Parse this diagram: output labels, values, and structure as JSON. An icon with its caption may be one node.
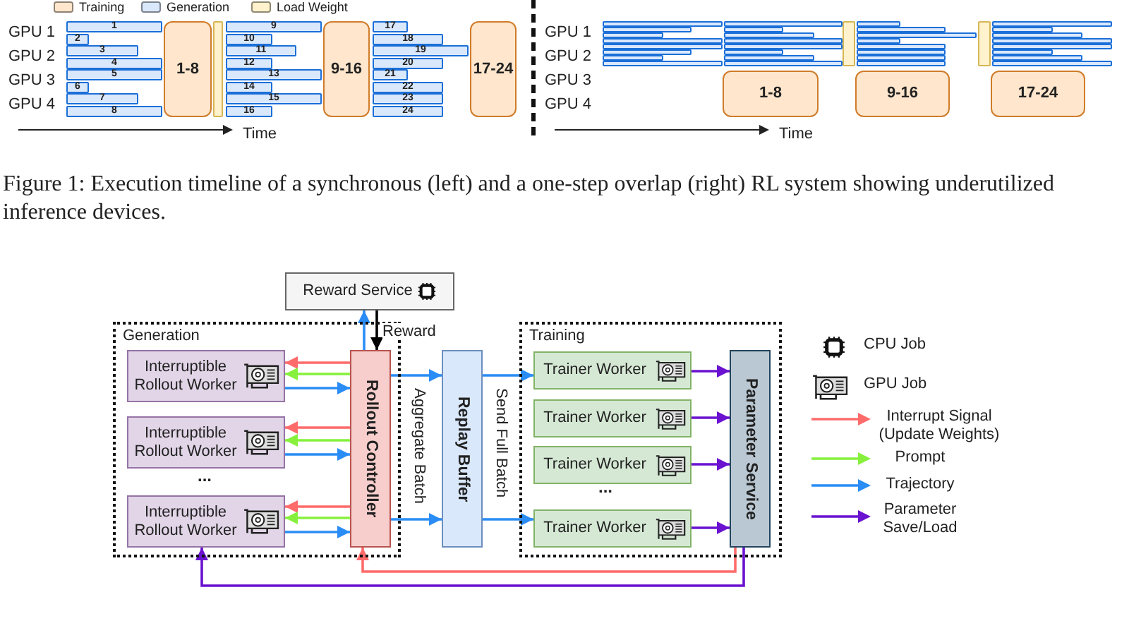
{
  "diagram": {
    "caption": "Figure 1: Execution timeline of a synchronous (left) and a one-step overlap (right) RL system showing underutilized inference devices.",
    "nodes": [
      {
        "text": [
          "1"
        ]
      },
      {
        "text": [
          "2"
        ]
      },
      {
        "text": [
          "3"
        ]
      },
      {
        "text": [
          "4"
        ]
      },
      {
        "text": [
          "5"
        ]
      },
      {
        "text": [
          "6"
        ]
      },
      {
        "text": [
          "7"
        ]
      },
      {
        "text": [
          "8"
        ]
      },
      {
        "text": [
          "1-8"
        ]
      },
      {
        "text": [],
        "shape": "bar"
      },
      {
        "text": [
          "9"
        ]
      },
      {
        "text": [
          "10"
        ]
      },
      {
        "text": [
          "11"
        ]
      },
      {
        "text": [
          "12"
        ]
      },
      {
        "text": [
          "13"
        ]
      },
      {
        "text": [
          "14"
        ]
      },
      {
        "text": [
          "15"
        ]
      },
      {
        "text": [
          "16"
        ]
      },
      {
        "text": [
          "9-16"
        ]
      },
      {
        "text": [
          "17"
        ]
      },
      {
        "text": [
          "18"
        ]
      },
      {
        "text": [
          "19"
        ]
      },
      {
        "text": [
          "20"
        ]
      },
      {
        "text": [
          "21"
        ]
      },
      {
        "text": [
          "22"
        ]
      },
      {
        "text": [
          "23"
        ]
      },
      {
        "text": [
          "24"
        ]
      },
      {
        "text": [
          "17-24"
        ]
      },
      {
        "text": [],
        "shape": "bar"
      },
      {
        "text": [],
        "shape": "bar"
      },
      {
        "text": [],
        "shape": "bar"
      },
      {
        "text": [],
        "shape": "bar"
      },
      {
        "text": [],
        "shape": "bar"
      },
      {
        "text": [],
        "shape": "bar"
      },
      {
        "text": [],
        "shape": "bar"
      },
      {
        "text": [],
        "shape": "bar"
      },
      {
        "text": [],
        "shape": "bar"
      },
      {
        "text": [],
        "shape": "bar"
      },
      {
        "text": [],
        "shape": "bar"
      },
      {
        "text": [],
        "shape": "bar"
      },
      {
        "text": [],
        "shape": "bar"
      },
      {
        "text": [],
        "shape": "bar"
      },
      {
        "text": [],
        "shape": "bar"
      },
      {
        "text": [],
        "shape": "bar"
      },
      {
        "text": [
          "1-8"
        ]
      },
      {
        "text": [],
        "shape": "bar"
      },
      {
        "text": [],
        "shape": "bar"
      },
      {
        "text": [],
        "shape": "bar"
      },
      {
        "text": [],
        "shape": "bar"
      },
      {
        "text": [],
        "shape": "bar"
      },
      {
        "text": [],
        "shape": "bar"
      },
      {
        "text": [],
        "shape": "bar"
      },
      {
        "text": [],
        "shape": "bar"
      },
      {
        "text": [],
        "shape": "bar"
      },
      {
        "text": [
          "9-16"
        ]
      },
      {
        "text": [],
        "shape": "bar"
      },
      {
        "text": [],
        "shape": "bar"
      },
      {
        "text": [],
        "shape": "bar"
      },
      {
        "text": [],
        "shape": "bar"
      },
      {
        "text": [],
        "shape": "bar"
      },
      {
        "text": [],
        "shape": "bar"
      },
      {
        "text": [],
        "shape": "bar"
      },
      {
        "text": [],
        "shape": "bar"
      },
      {
        "text": [],
        "shape": "bar"
      },
      {
        "text": [
          "17-24"
        ]
      },
      {
        "text": [
          "Reward Service"
        ]
      },
      {
        "text": [
          "Generation"
        ]
      },
      {
        "text": [
          "Interruptible Rollout Worker"
        ],
        "in": 66
      },
      {
        "text": [
          "Interruptible Rollout Worker"
        ],
        "in": 66
      },
      {
        "text": [
          "Interruptible Rollout Worker"
        ],
        "in": 66
      },
      {
        "text": [
          "Rollout Controller"
        ],
        "in": 66
      },
      {
        "text": [
          "Replay Buffer"
        ]
      },
      {
        "text": [
          "Training"
        ]
      },
      {
        "text": [
          "Trainer Worker"
        ],
        "in": 72
      },
      {
        "text": [
          "Trainer Worker"
        ],
        "in": 72
      },
      {
        "text": [
          "Trainer Worker"
        ],
        "in": 72
      },
      {
        "text": [
          "Trainer Worker"
        ],
        "in": 72
      },
      {
        "text": [
          "Parameter Service"
        ],
        "in": 72
      }
    ],
    "edges": [
      {
        "from": 70,
        "to": 65,
        "arrow": "to"
      },
      {
        "from": 65,
        "to": 70,
        "arrow": "to",
        "label": "Reward",
        "color": "#000000"
      },
      {
        "from": 70,
        "to": 67,
        "arrow": "to",
        "color": "#ff6b6b"
      },
      {
        "from": 70,
        "to": 67,
        "arrow": "to",
        "color": "#86f03c"
      },
      {
        "from": 67,
        "to": 70,
        "arrow": "to"
      },
      {
        "from": 70,
        "to": 68,
        "arrow": "to",
        "color": "#ff6b6b"
      },
      {
        "from": 70,
        "to": 68,
        "arrow": "to",
        "color": "#86f03c"
      },
      {
        "from": 68,
        "to": 70,
        "arrow": "to"
      },
      {
        "from": 70,
        "to": 69,
        "arrow": "to",
        "color": "#ff6b6b"
      },
      {
        "from": 70,
        "to": 69,
        "arrow": "to",
        "color": "#86f03c"
      },
      {
        "from": 69,
        "to": 70,
        "arrow": "to"
      },
      {
        "from": 70,
        "to": 71,
        "arrow": "to"
      },
      {
        "from": 70,
        "to": 71,
        "arrow": "to"
      },
      {
        "from": 71,
        "to": 73,
        "arrow": "to"
      },
      {
        "from": 71,
        "to": 76,
        "arrow": "to"
      },
      {
        "from": 73,
        "to": 77,
        "arrow": "to",
        "color": "#6a12d0"
      },
      {
        "from": 74,
        "to": 77,
        "arrow": "to",
        "color": "#6a12d0"
      },
      {
        "from": 75,
        "to": 77,
        "arrow": "to",
        "color": "#6a12d0"
      },
      {
        "from": 76,
        "to": 77,
        "arrow": "to",
        "color": "#6a12d0"
      },
      {
        "from": 77,
        "to": 69,
        "arrow": "to",
        "color": "#6a12d0"
      },
      {
        "from": 77,
        "to": 70,
        "arrow": "to",
        "color": "#ff6b6b"
      }
    ],
    "labels": [
      "GPU 1",
      "GPU 2",
      "GPU 3",
      "GPU 4",
      "Time",
      "GPU 1",
      "GPU 2",
      "GPU 3",
      "GPU 4",
      "Time",
      "...",
      "Aggregate Batch",
      "Send Full Batch",
      "..."
    ],
    "legend": [
      {
        "text": "Training",
        "color": "#ffe6cc"
      },
      {
        "text": "Generation",
        "color": "#dae8fc"
      },
      {
        "text": "Load Weight",
        "color": "#fff2cc"
      },
      {
        "text": "CPU Job"
      },
      {
        "text": "GPU Job"
      },
      {
        "text": "Interrupt Signal (Update Weights)"
      },
      {
        "text": "Prompt"
      },
      {
        "text": "Trajectory"
      },
      {
        "text": "Parameter Save/Load"
      }
    ]
  }
}
